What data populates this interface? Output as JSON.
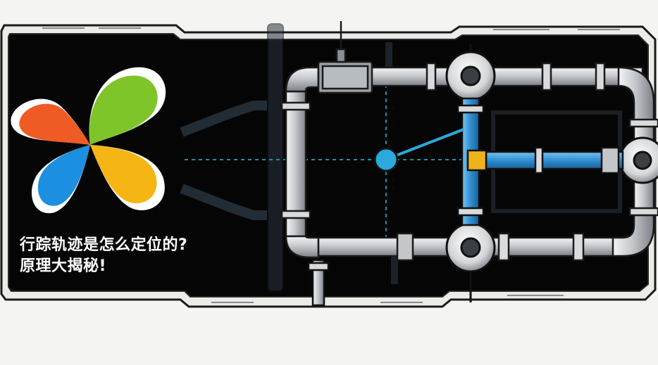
{
  "banner": {
    "headline_line1": "行踪轨迹是怎么定位的?",
    "headline_line2": "原理大揭秘!"
  },
  "logo": {
    "icon": "pinwheel-logo-icon"
  },
  "illustration": {
    "icon": "pipe-network-illustration"
  },
  "colors": {
    "panel": "#050505",
    "frame": "#e9e9e6",
    "pipe_silver": "#c9ccd0",
    "pipe_blue": "#2f8fd0",
    "target": "#28a7d8",
    "petal_green": "#7ec52a",
    "petal_orange": "#f05a24",
    "petal_blue": "#1c8fe0",
    "petal_yellow": "#f5b515"
  }
}
